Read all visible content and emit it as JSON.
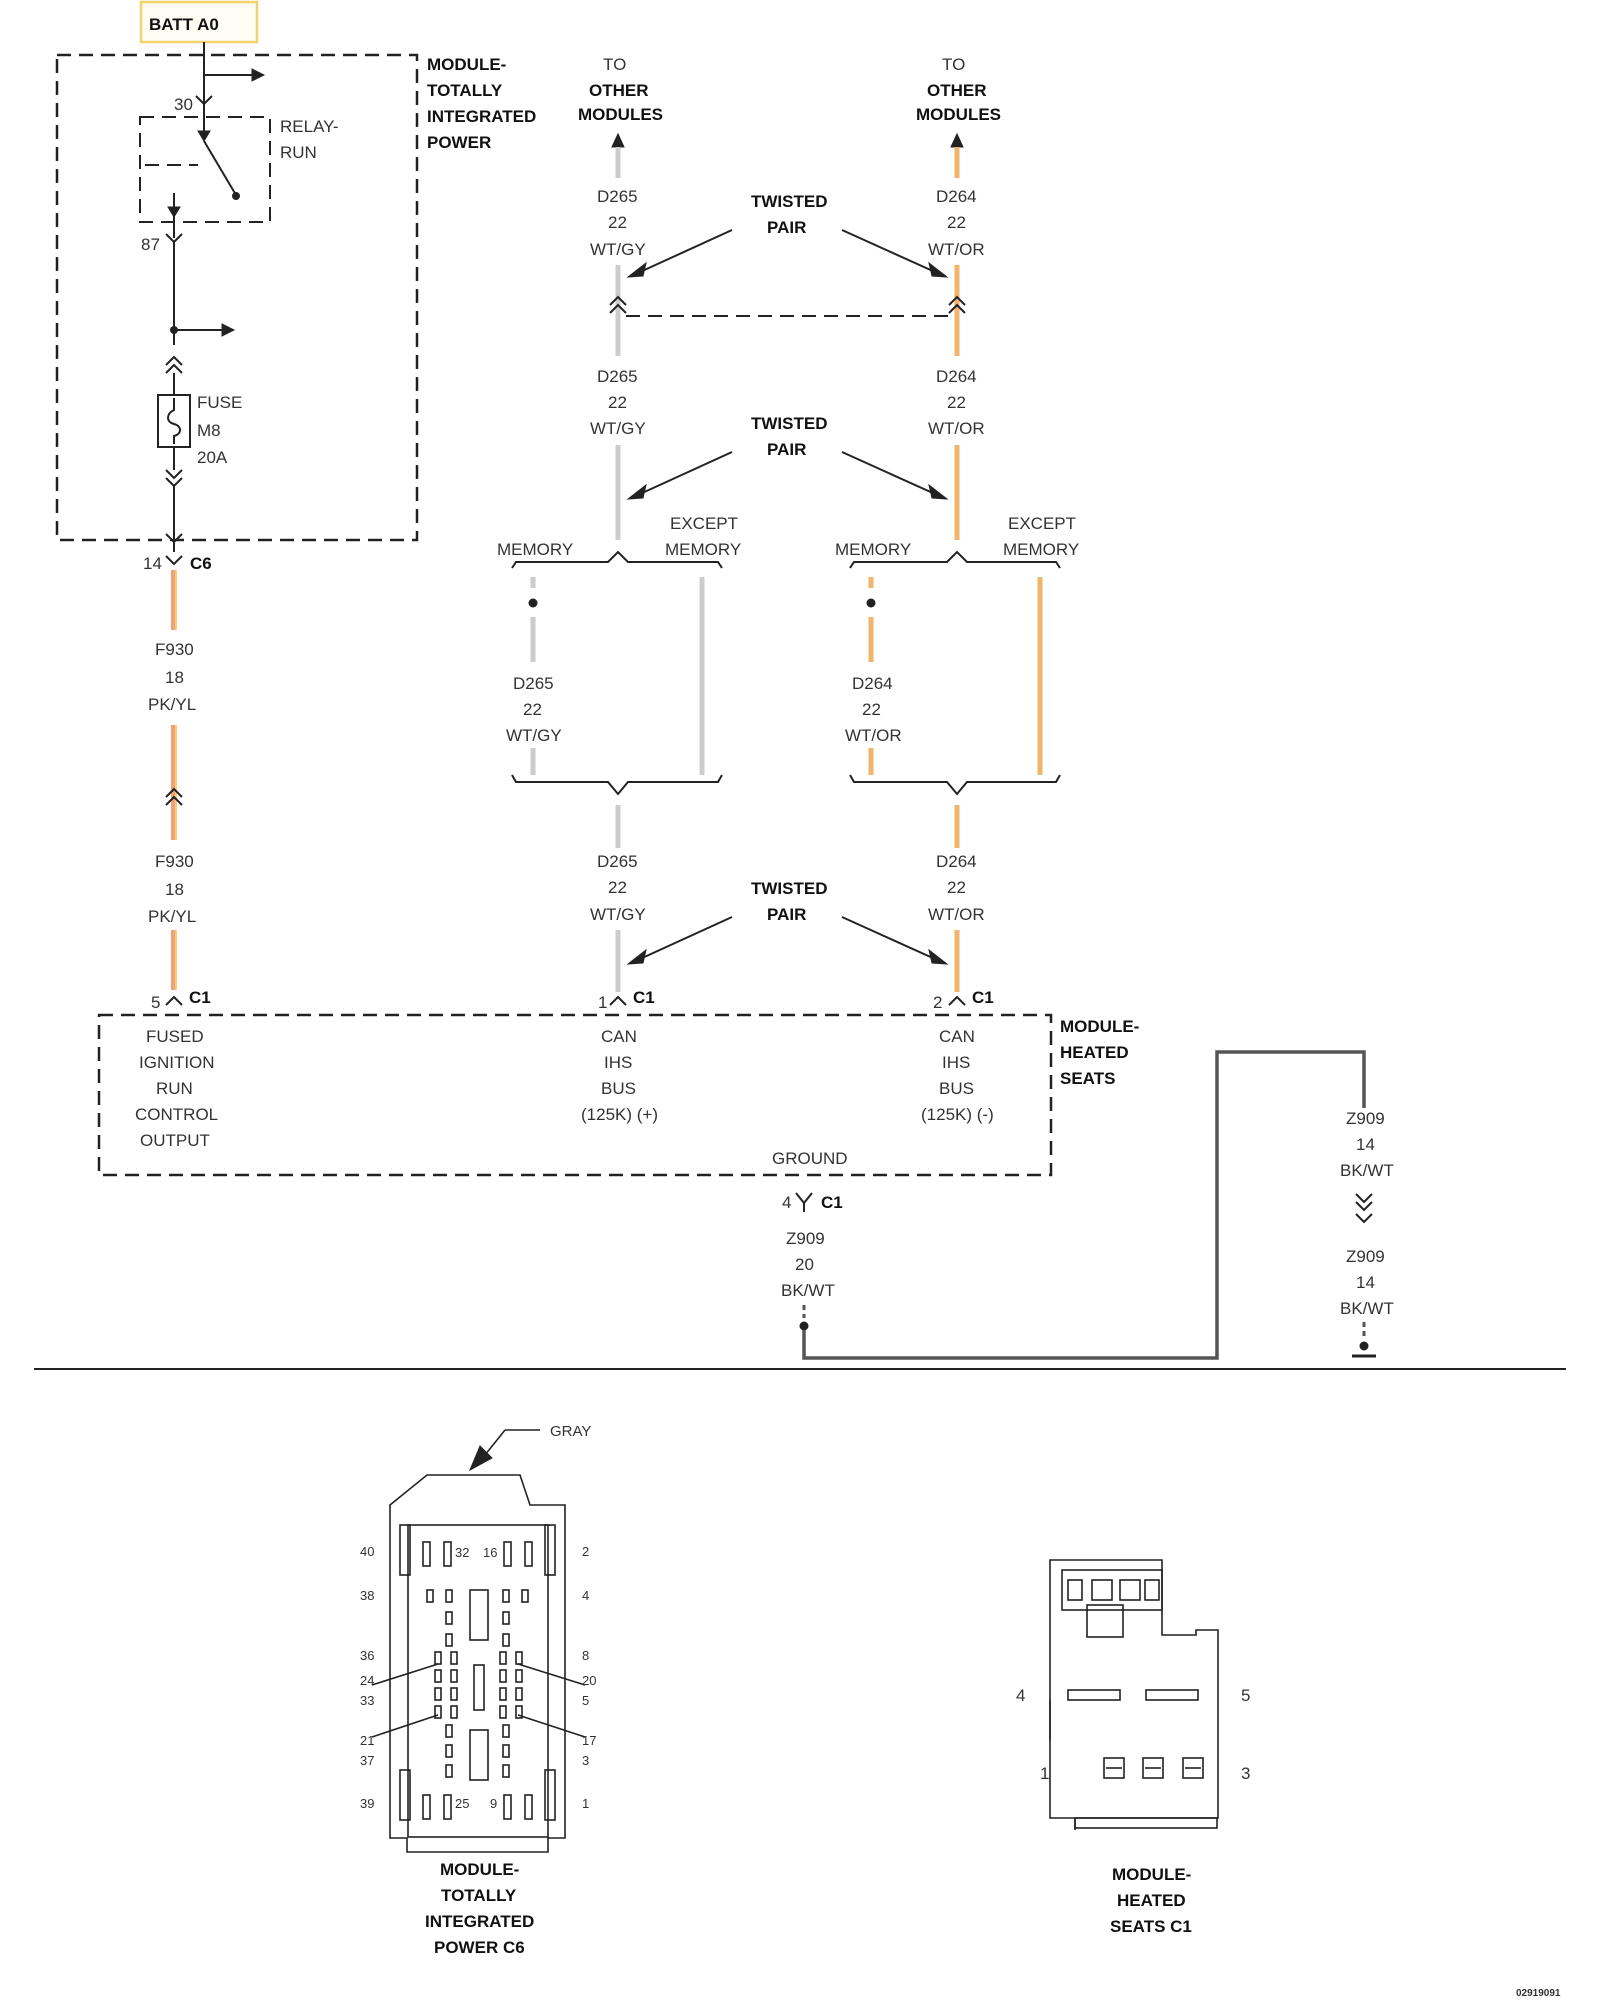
{
  "power": {
    "batt_label": "BATT A0",
    "relay_pin_top": "30",
    "relay_pin_bottom": "87",
    "relay_label_1": "RELAY-",
    "relay_label_2": "RUN",
    "fuse_label_1": "FUSE",
    "fuse_label_2": "M8",
    "fuse_label_3": "20A",
    "module_label": [
      "MODULE-",
      "TOTALLY",
      "INTEGRATED",
      "POWER"
    ],
    "c6_pin": "14",
    "c6_label": "C6"
  },
  "to_modules": {
    "left": [
      "TO",
      "OTHER",
      "MODULES"
    ],
    "right": [
      "TO",
      "OTHER",
      "MODULES"
    ]
  },
  "twisted_pair": [
    "TWISTED",
    "PAIR"
  ],
  "wires": {
    "d265": {
      "circuit": "D265",
      "gauge": "22",
      "color": "WT/GY"
    },
    "d264": {
      "circuit": "D264",
      "gauge": "22",
      "color": "WT/OR"
    },
    "f930": {
      "circuit": "F930",
      "gauge": "18",
      "color": "PK/YL"
    },
    "z909_20": {
      "circuit": "Z909",
      "gauge": "20",
      "color": "BK/WT"
    },
    "z909_14": {
      "circuit": "Z909",
      "gauge": "14",
      "color": "BK/WT"
    }
  },
  "branch": {
    "memory": "MEMORY",
    "except_1": "EXCEPT",
    "except_2": "MEMORY"
  },
  "heated_seats": {
    "module_label": [
      "MODULE-",
      "HEATED",
      "SEATS"
    ],
    "fused_label": [
      "FUSED",
      "IGNITION",
      "RUN",
      "CONTROL",
      "OUTPUT"
    ],
    "can_plus": [
      "CAN",
      "IHS",
      "BUS",
      "(125K) (+)"
    ],
    "can_minus": [
      "CAN",
      "IHS",
      "BUS",
      "(125K) (-)"
    ],
    "ground": "GROUND",
    "pin_fused": "5",
    "pin_can_plus": "1",
    "pin_can_minus": "2",
    "pin_ground": "4",
    "connector": "C1"
  },
  "connector_c6": {
    "color_label": "GRAY",
    "pins_left": [
      "40",
      "38",
      "36",
      "24",
      "33",
      "21",
      "37",
      "39"
    ],
    "pins_right": [
      "2",
      "4",
      "8",
      "20",
      "5",
      "17",
      "3",
      "1"
    ],
    "pins_inner": [
      "32",
      "16",
      "25",
      "9"
    ],
    "caption": [
      "MODULE-",
      "TOTALLY",
      "INTEGRATED",
      "POWER C6"
    ]
  },
  "connector_c1": {
    "pins": [
      "4",
      "5",
      "1",
      "3"
    ],
    "caption": [
      "MODULE-",
      "HEATED",
      "SEATS C1"
    ]
  },
  "doc_id": "02919091",
  "colors": {
    "wt_gy": "#cccccc",
    "wt_or": "#f2b36b",
    "pk_yl": "#f5a07a",
    "batt_box": "#f0d36b"
  }
}
